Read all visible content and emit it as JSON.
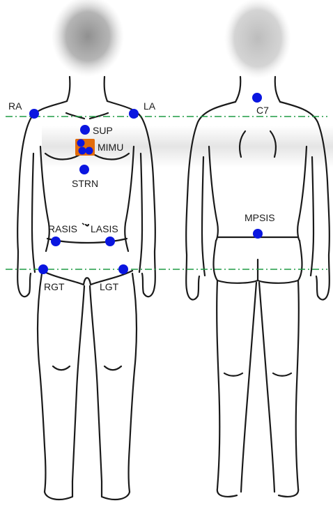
{
  "colors": {
    "marker": "#0a16e0",
    "imu": "#e36c0a",
    "guide_line": "#1e9c43",
    "outline": "#1a1a1a"
  },
  "labels": {
    "ra": "RA",
    "la": "LA",
    "sup": "SUP",
    "mimu": "MIMU",
    "strn": "STRN",
    "rasis": "RASIS",
    "lasis": "LASIS",
    "rgt": "RGT",
    "lgt": "LGT",
    "c7": "C7",
    "mpsis": "MPSIS"
  }
}
